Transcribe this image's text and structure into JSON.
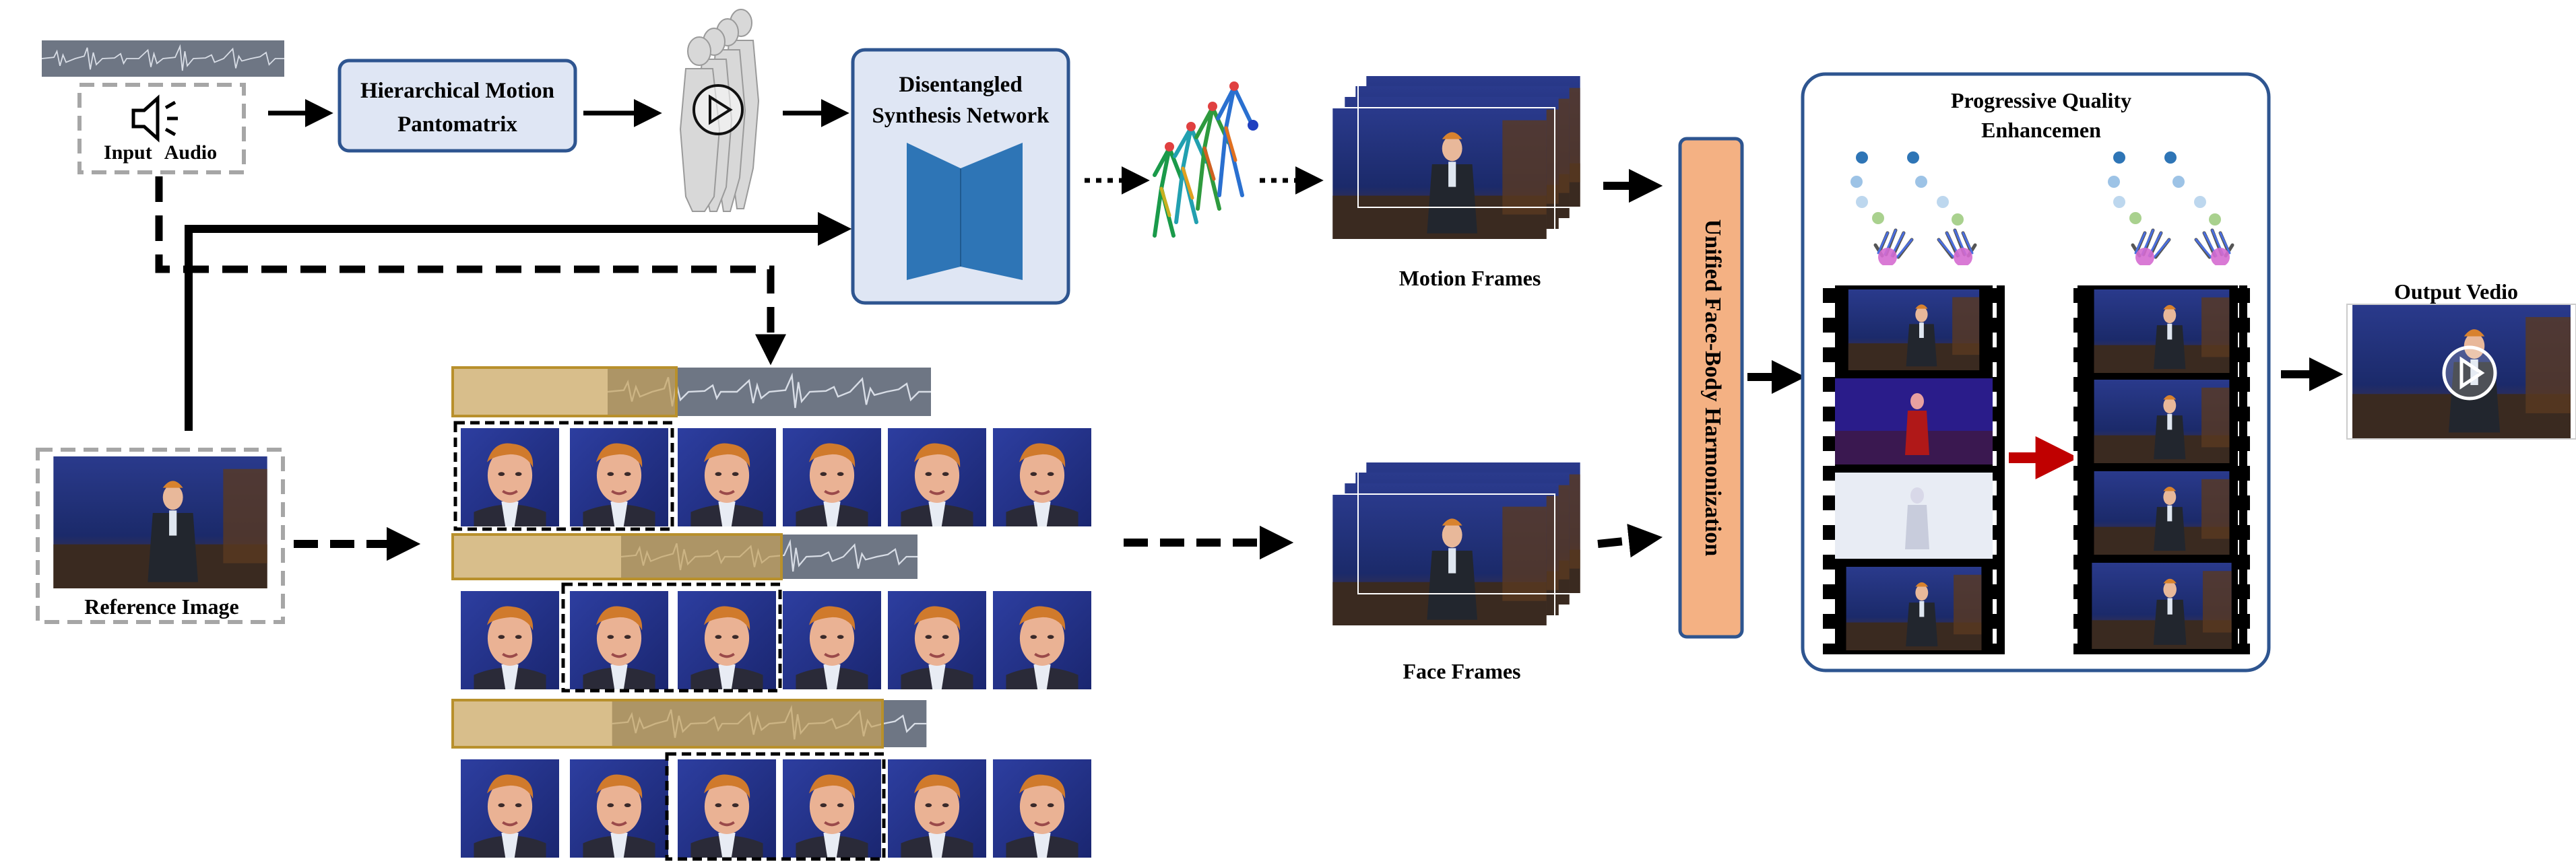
{
  "input_audio": {
    "label_part1": "Input",
    "label_part2": "Audio"
  },
  "motion_module": {
    "line1": "Hierarchical Motion",
    "line2": "Pantomatrix"
  },
  "synthesis": {
    "line1": "Disentangled",
    "line2": "Synthesis Network"
  },
  "motion_frames": {
    "label": "Motion Frames"
  },
  "face_frames": {
    "label": "Face Frames"
  },
  "reference": {
    "label": "Reference Image"
  },
  "harmonization": {
    "label": "Unified Face-Body Harmonization"
  },
  "enhancement": {
    "line1": "Progressive Quality",
    "line2": "Enhancemen"
  },
  "output": {
    "label": "Output  Vedio"
  },
  "colors": {
    "module_fill": "#dfe6f4",
    "module_border": "#2e5590",
    "network_blue": "#2e75b6",
    "harmonization_fill": "#f4b183",
    "enhance_border": "#2e5590",
    "highlight_band": "#c8a35a",
    "red_arrow": "#c00000"
  }
}
